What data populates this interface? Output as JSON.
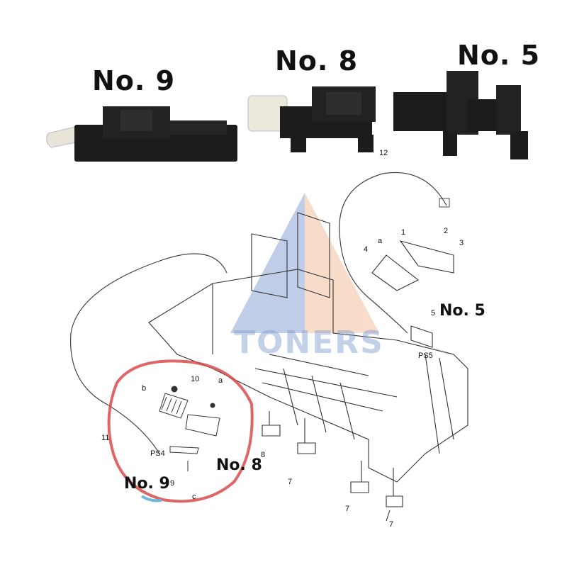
{
  "photo_labels": {
    "no9": "No. 9",
    "no8": "No. 8",
    "no5": "No. 5"
  },
  "diagram_labels": {
    "no5": "No. 5",
    "no8": "No. 8",
    "no9": "No. 9"
  },
  "callouts": {
    "n1": "1",
    "n2": "2",
    "n3": "3",
    "n4": "4",
    "n5": "5",
    "n7a": "7",
    "n7b": "7",
    "n7c": "7",
    "n8": "8",
    "n9": "9",
    "n10": "10",
    "n11": "11",
    "n12": "12",
    "a1": "a",
    "a2": "a",
    "b": "b",
    "c": "c",
    "ps4": "PS4",
    "ps5": "PS5"
  },
  "watermark": "TONERS",
  "colors": {
    "sensor_body": "#1c1c1c",
    "sensor_flag": "#e8e4da",
    "highlight_circle": "#d94b4b",
    "watermark_blue": "#7f9ccf",
    "watermark_orange": "#f2b48a"
  }
}
